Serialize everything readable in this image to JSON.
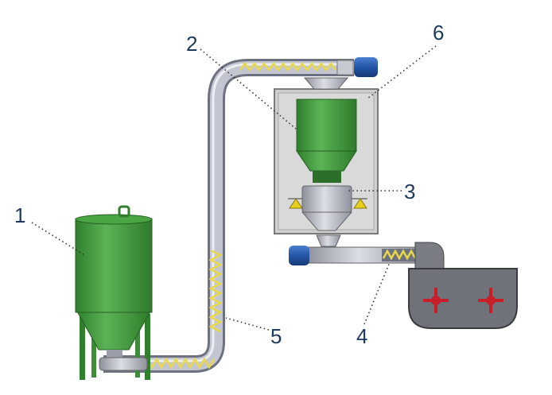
{
  "diagram": {
    "labels": {
      "silo": "1",
      "feed_hopper": "2",
      "weigh_hopper": "3",
      "discharge_screw": "4",
      "screw_conveyor": "5",
      "weighing_frame": "6"
    },
    "colors": {
      "green": "#3f9a3a",
      "steel": "#b9bcc6",
      "frame": "#cfcfcf",
      "motor": "#2a5aa8",
      "screw": "#e8d84a",
      "agitator": "#c81e2a",
      "mixer": "#6f7278",
      "label": "#1f3a5f"
    }
  }
}
